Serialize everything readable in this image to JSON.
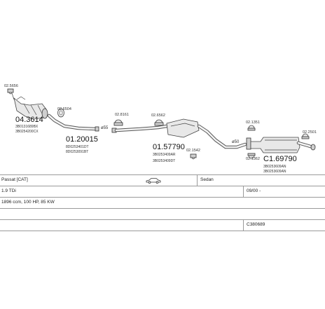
{
  "parts": {
    "clamp_top_left": "02.5656",
    "catalyst": {
      "number": "04.3614",
      "codes": [
        "3B0131689BX",
        "3B0254200CX"
      ]
    },
    "gasket_1": "02.6504",
    "front_pipe": {
      "number": "01.20015",
      "codes": [
        "8D0253401DT",
        "8D0253091BT"
      ]
    },
    "diameter_1": "ø55",
    "clamp_2": "02.8161",
    "clamp_3": "02.6562",
    "middle_silencer": {
      "number": "01.57790",
      "codes": [
        "3B0253409AR",
        "3B0253409DT"
      ]
    },
    "clamp_4": "02.1542",
    "diameter_2": "ø50",
    "clamp_5": "02.1351",
    "clamp_6": "02.1362",
    "clamp_7": "02.2501",
    "rear_silencer": {
      "number": "C1.69790",
      "codes": [
        "3B0253609AN",
        "3B0253609AN"
      ]
    }
  },
  "info": {
    "model": "Passat  [CAT]",
    "body": "Sedan",
    "engine": "1.9 TDi",
    "date": "09/00 -",
    "specs": "1896 ccm, 100 HP, 85 KW",
    "ref": "C380689"
  },
  "icons": {
    "car": "car-side-icon"
  }
}
